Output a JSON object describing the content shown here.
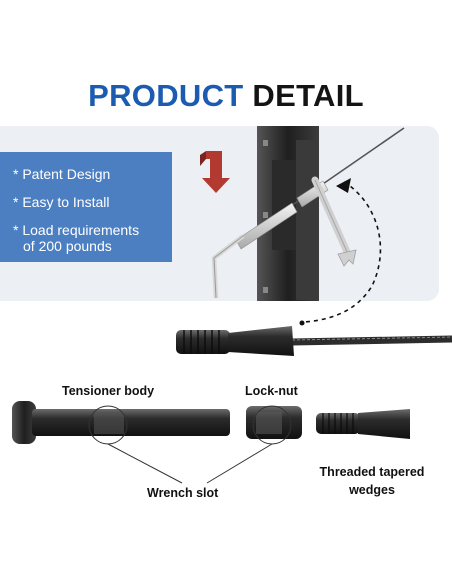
{
  "headline": {
    "word1": "PRODUCT",
    "word2": "DETAIL"
  },
  "features": [
    {
      "line1": "* Patent Design"
    },
    {
      "line1": "* Easy to Install"
    },
    {
      "line1": "* Load requirements",
      "line2": "of 200 pounds"
    }
  ],
  "parts": {
    "tensioner_body": "Tensioner body",
    "lock_nut": "Lock-nut",
    "wrench_slot": "Wrench slot",
    "wedges_line1": "Threaded tapered",
    "wedges_line2": "wedges"
  },
  "colors": {
    "headline_blue": "#1b5cb0",
    "feature_box": "#4b7fc1",
    "panel": "#eceff3",
    "rotate_arrow": "#b23a30"
  }
}
